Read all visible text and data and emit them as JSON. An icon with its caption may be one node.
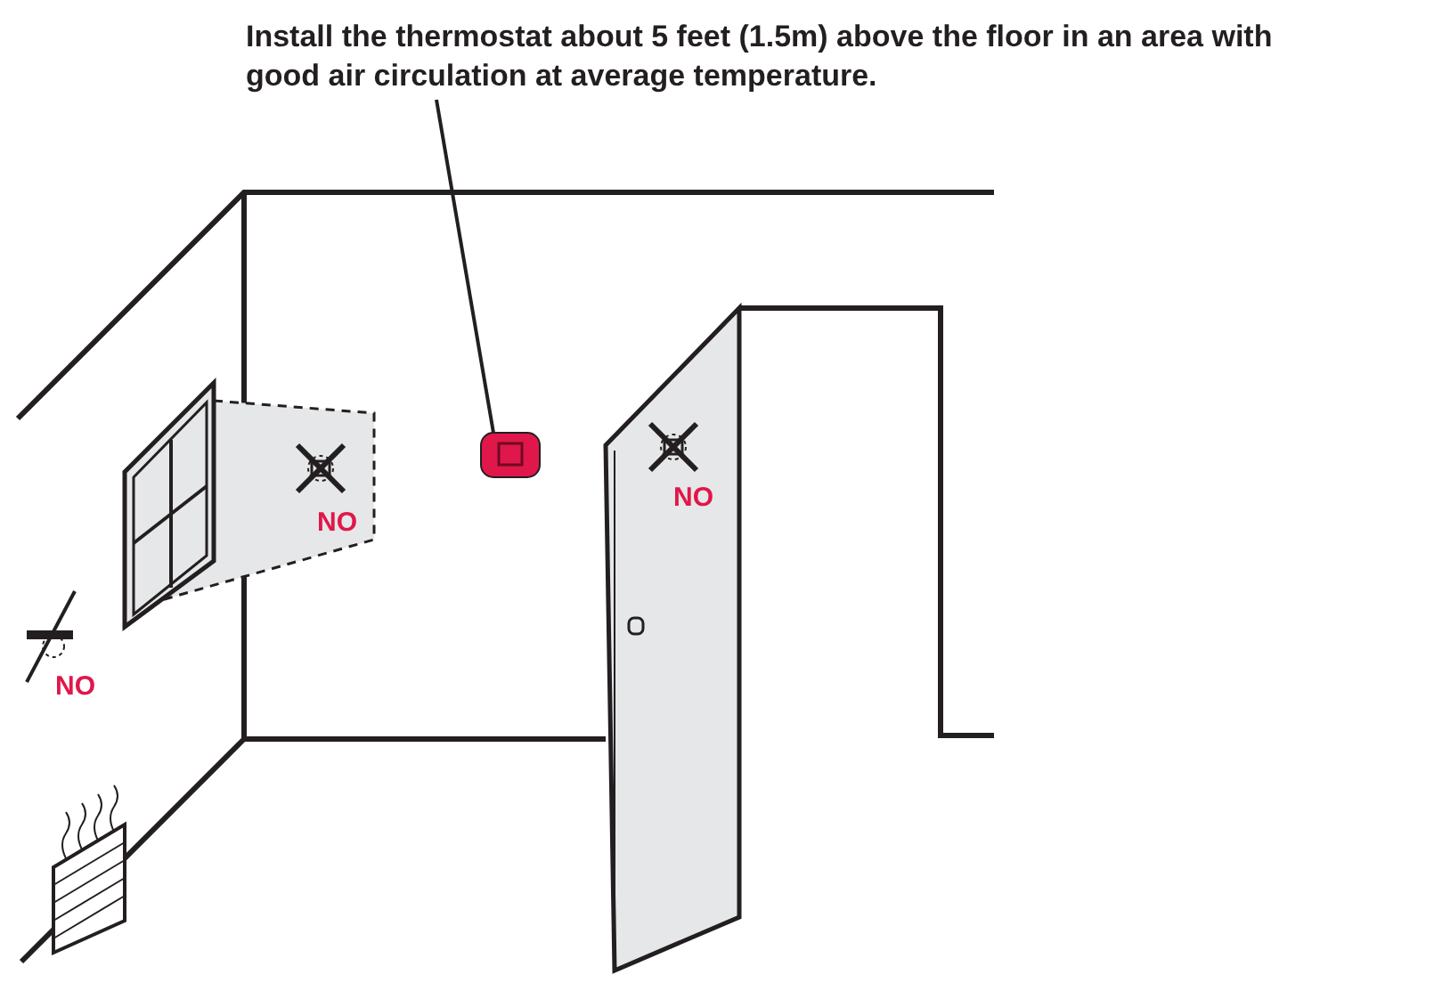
{
  "diagram": {
    "nodes": [
      {
        "text": [
          "Install the thermostat about 5 feet (1.5m) above the floor in an area with good air circulation at average temperature."
        ]
      },
      {
        "text": [],
        "shape": "picture"
      }
    ],
    "edges": [
      {
        "from": 0,
        "to": 1,
        "arrow": "none"
      }
    ],
    "labels": [
      "NO",
      "NO",
      "NO"
    ]
  }
}
